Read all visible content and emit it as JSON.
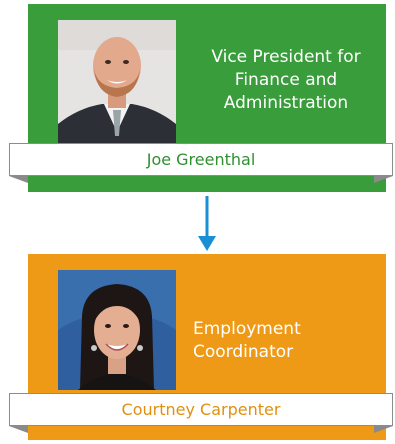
{
  "nodes": [
    {
      "role": "Vice President for Finance and Administration",
      "role_lines": [
        "Vice President for",
        "Finance and",
        "Administration"
      ],
      "name": "Joe Greenthal",
      "color": "#3a9d3c"
    },
    {
      "role": "Employment Coordinator",
      "role_lines": [
        "Employment",
        "Coordinator"
      ],
      "name": "Courtney Carpenter",
      "color": "#ee9a16"
    }
  ],
  "connector_color": "#1a8fd6"
}
